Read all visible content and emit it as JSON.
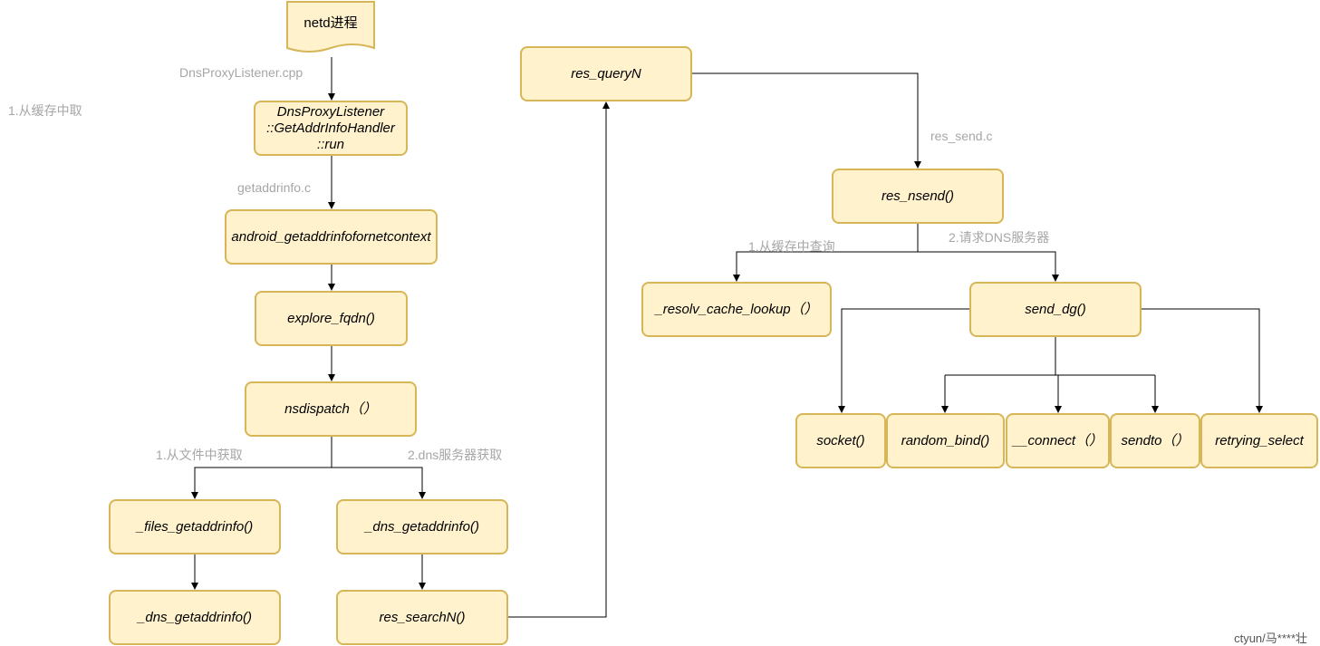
{
  "nodes": {
    "netd": "netd进程",
    "handler": "DnsProxyListener\n::GetAddrInfoHandler\n::run",
    "android_gai": "android_getaddrinfofornetcontext",
    "explore_fqdn": "explore_fqdn()",
    "nsdispatch": "nsdispatch（）",
    "files_gai": "_files_getaddrinfo()",
    "dns_gai_right": "_dns_getaddrinfo()",
    "dns_gai_left": "_dns_getaddrinfo()",
    "res_searchN": "res_searchN()",
    "res_queryN": "res_queryN",
    "res_nsend": "res_nsend()",
    "resolv_cache": "_resolv_cache_lookup（）",
    "send_dg": "send_dg()",
    "socket": "socket()",
    "random_bind": "random_bind()",
    "connect": "__connect（）",
    "sendto": "sendto（）",
    "retrying_select": "retrying_select"
  },
  "labels": {
    "cache_note": "1.从缓存中取",
    "dnsproxy_cpp": "DnsProxyListener.cpp",
    "getaddrinfo_c": "getaddrinfo.c",
    "from_file": "1.从文件中获取",
    "from_dns_server": "2.dns服务器获取",
    "res_send_c": "res_send.c",
    "from_cache_query": "1.从缓存中查询",
    "request_dns": "2.请求DNS服务器"
  },
  "watermark": "ctyun/马****壮",
  "colors": {
    "node_fill": "#fff2cc",
    "node_stroke": "#d6b656",
    "label_text": "#a6a6a6"
  }
}
